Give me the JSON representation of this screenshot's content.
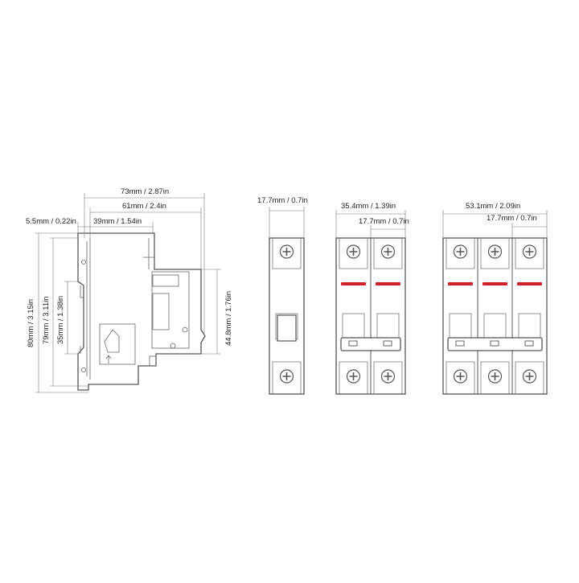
{
  "side_view": {
    "dim_total_width": "73mm / 2.87in",
    "dim_depth": "61mm / 2.4in",
    "dim_rail_offset": "5.5mm / 0.22in",
    "dim_front_depth": "39mm / 1.54in",
    "dim_height_total": "80mm / 3.15in",
    "dim_height_body": "79mm / 3.11in",
    "dim_rail": "35mm / 1.38in",
    "dim_front_height": "44.8mm / 1.76in"
  },
  "front_views": [
    {
      "name": "1-pole",
      "width_label": "17.7mm / 0.7in",
      "poles": 1,
      "indicators": false
    },
    {
      "name": "2-pole",
      "width_label": "35.4mm / 1.39in",
      "pole_label": "17.7mm / 0.7in",
      "poles": 2,
      "indicators": true
    },
    {
      "name": "3-pole",
      "width_label": "53.1mm / 2.09in",
      "pole_label": "17.7mm / 0.7in",
      "poles": 3,
      "indicators": true
    }
  ],
  "colors": {
    "outline": "#555555",
    "indicator": "#d0202a",
    "text": "#222222"
  }
}
